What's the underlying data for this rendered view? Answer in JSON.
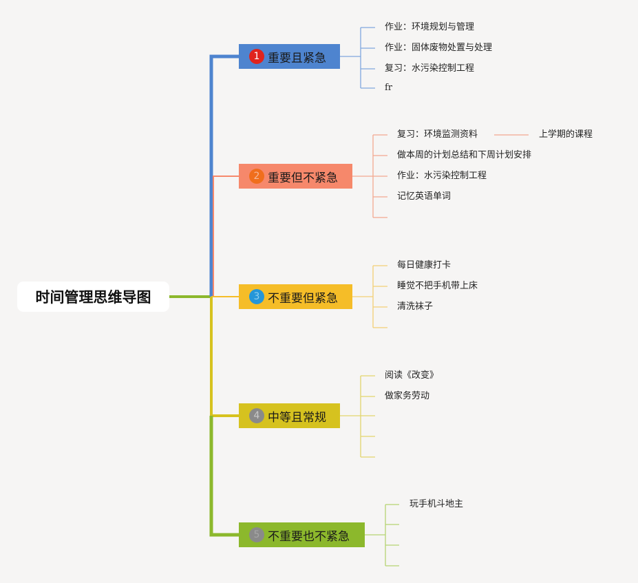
{
  "root": {
    "title": "时间管理思维导图"
  },
  "categories": [
    {
      "num": "1",
      "label": "重要且紧急",
      "color": "#4e84cf",
      "badge": "#e0241d",
      "badge_text": "#ffffff",
      "items": [
        "作业：环境规划与管理",
        "作业：固体废物处置与处理",
        "复习：水污染控制工程",
        "fr"
      ]
    },
    {
      "num": "2",
      "label": "重要但不紧急",
      "color": "#f6886b",
      "badge": "#f06e1c",
      "badge_text": "#f6b89a",
      "items": [
        "复习：环境监测资料",
        "做本周的计划总结和下周计划安排",
        "作业：水污染控制工程",
        "记忆英语单词",
        ""
      ],
      "sub": "上学期的课程"
    },
    {
      "num": "3",
      "label": "不重要但紧急",
      "color": "#f5bd28",
      "badge": "#2596d8",
      "badge_text": "#8fd0f0",
      "items": [
        "每日健康打卡",
        "睡觉不把手机带上床",
        "清洗袜子",
        ""
      ]
    },
    {
      "num": "4",
      "label": "中等且常规",
      "color": "#d6c21f",
      "badge": "#8a8a8a",
      "badge_text": "#c9c9c9",
      "items": [
        "阅读《改变》",
        "做家务劳动",
        "",
        "",
        ""
      ]
    },
    {
      "num": "5",
      "label": "不重要也不紧急",
      "color": "#8cb82c",
      "badge": "#8a8a8a",
      "badge_text": "#a6a6a6",
      "items": [
        "玩手机斗地主",
        "",
        "",
        ""
      ]
    }
  ]
}
